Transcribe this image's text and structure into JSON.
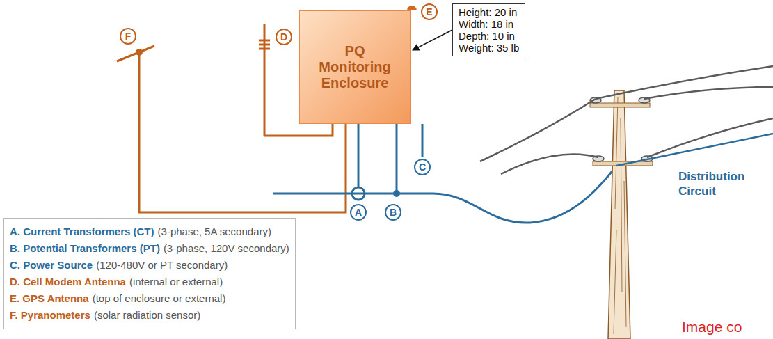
{
  "diagram": {
    "nodes": [
      {
        "text": [
          "F"
        ]
      },
      {
        "text": [
          "D"
        ]
      },
      {
        "text": [
          "PQ Monitoring Enclosure"
        ]
      },
      {
        "text": [
          "E"
        ]
      },
      {
        "text": [
          "Height: 20 in",
          "Width: 18 in",
          "Depth: 10 in",
          "Weight: 35 lb"
        ]
      },
      {
        "text": [
          "C"
        ]
      },
      {
        "text": [
          "A"
        ]
      },
      {
        "text": [
          "B"
        ]
      },
      {
        "text": [
          "A. Current Transformers (CT)",
          "(3-phase, 5A secondary)",
          "B. Potential Transformers (PT)",
          "(3-phase, 120V secondary)",
          "C. Power Source",
          "(120-480V or PT secondary)",
          "D. Cell Modem Antenna",
          "(internal or external)",
          "E. GPS Antenna",
          "(top of enclosure or external)",
          "F. Pyranometers",
          "(solar radiation sensor)"
        ]
      }
    ],
    "edges": [
      {
        "from": 4,
        "to": 2,
        "arrow": "to"
      }
    ],
    "labels": [
      "Distribution Circuit",
      "Image co"
    ]
  }
}
